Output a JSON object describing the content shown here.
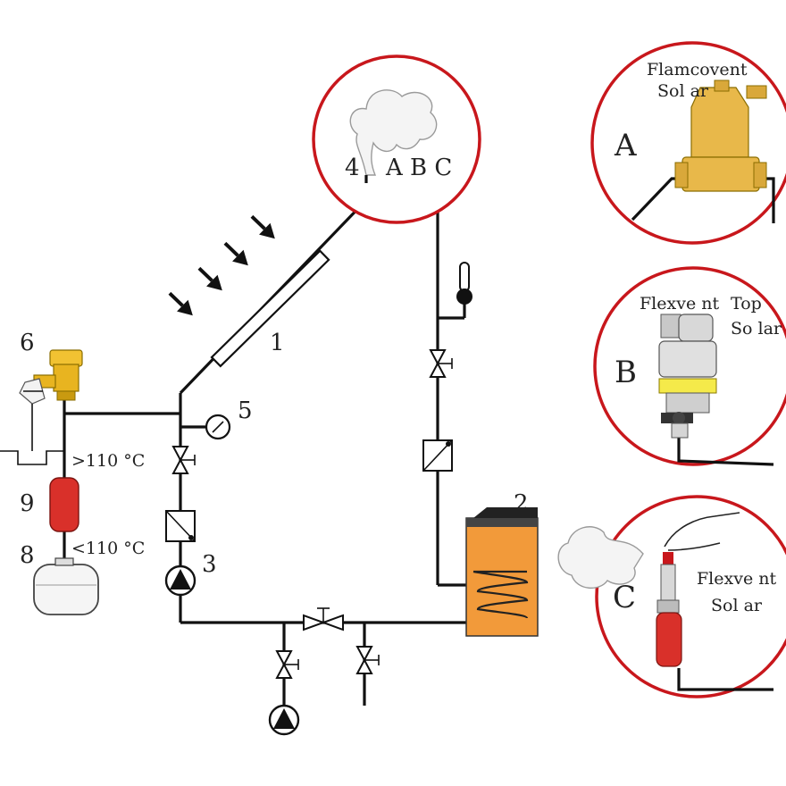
{
  "labels": {
    "n1": "1",
    "n2": "2",
    "n3": "3",
    "n4": "4",
    "n5": "5",
    "n6": "6",
    "n8": "8",
    "n9": "9",
    "abc": "A B C",
    "temp_high": ">110 °C",
    "temp_low": "<110 °C"
  },
  "detail_a": {
    "letter": "A",
    "caption_line1": "Flamcovent",
    "caption_line2": "Sol ar"
  },
  "detail_b": {
    "letter": "B",
    "caption_line1": "Flexve nt",
    "caption_line1b": "Top",
    "caption_line2": "So lar"
  },
  "detail_c": {
    "letter": "C",
    "caption_line1": "Flexve nt",
    "caption_line2": "Sol ar"
  },
  "colors": {
    "circle_border": "#c8171c",
    "tank_orange": "#f29a3a",
    "vessel_red": "#d9302a",
    "valve_yellow": "#f1c232"
  }
}
